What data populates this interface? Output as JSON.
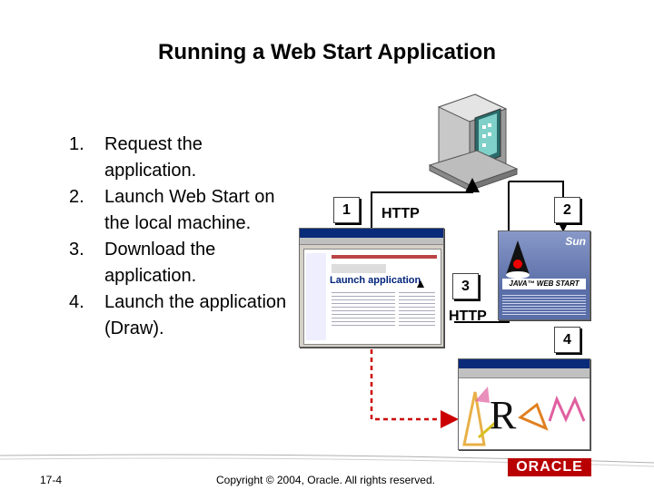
{
  "title": "Running a Web Start Application",
  "steps": [
    {
      "num": "1.",
      "lines": [
        "Request the",
        "application."
      ]
    },
    {
      "num": "2.",
      "lines": [
        "Launch Web Start on",
        "the local machine."
      ]
    },
    {
      "num": "3.",
      "lines": [
        "Download the",
        "application."
      ]
    },
    {
      "num": "4.",
      "lines": [
        "Launch the application",
        "(Draw)."
      ]
    }
  ],
  "diagram": {
    "badge1": "1",
    "badge2": "2",
    "badge3": "3",
    "badge4": "4",
    "http_top": "HTTP",
    "http_mid": "HTTP",
    "browser_heading": "Launch application",
    "splash_text": "JAVA™ WEB START",
    "splash_brand": "Sun",
    "draw_text": "RAW",
    "colors": {
      "arrow": "#cc0000",
      "line": "#000000",
      "oracle": "#b90000"
    }
  },
  "footer": {
    "slide_number": "17-4",
    "copyright": "Copyright © 2004, Oracle.  All rights reserved.",
    "logo": "ORACLE"
  }
}
